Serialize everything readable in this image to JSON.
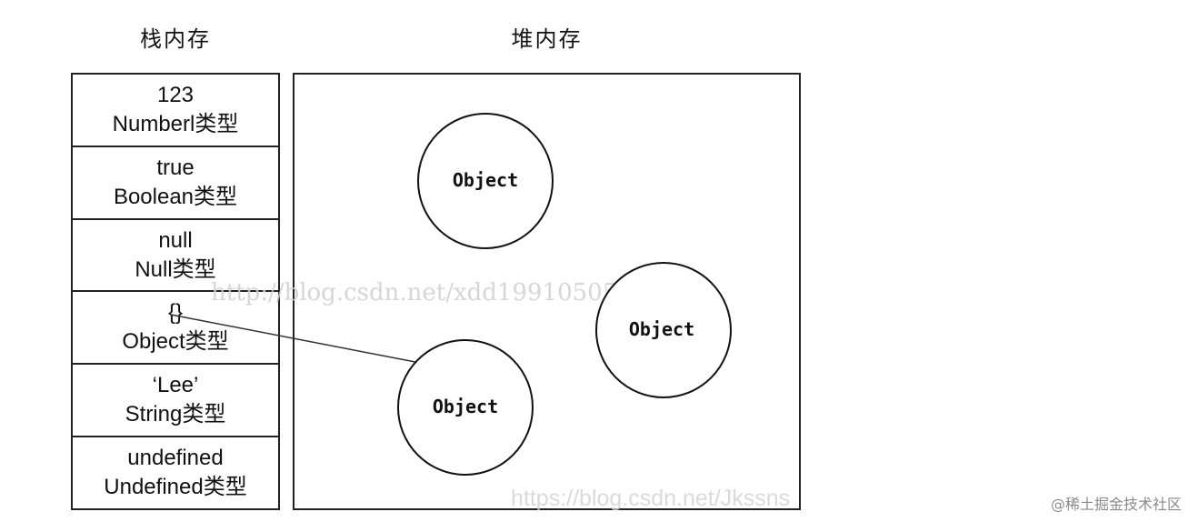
{
  "stack": {
    "title": "栈内存",
    "cells": [
      {
        "value": "123",
        "type": "Numberl类型"
      },
      {
        "value": "true",
        "type": "Boolean类型"
      },
      {
        "value": "null",
        "type": "Null类型"
      },
      {
        "value": "{}",
        "type": "Object类型"
      },
      {
        "value": "‘Lee’",
        "type": "String类型"
      },
      {
        "value": "undefined",
        "type": "Undefined类型"
      }
    ]
  },
  "heap": {
    "title": "堆内存",
    "objects": [
      "Object",
      "Object",
      "Object"
    ]
  },
  "watermarks": {
    "center": "http://blog.csdn.net/xdd19910505",
    "bottom": "https://blog.csdn.net/Jkssns"
  },
  "credit": "@稀土掘金技术社区"
}
